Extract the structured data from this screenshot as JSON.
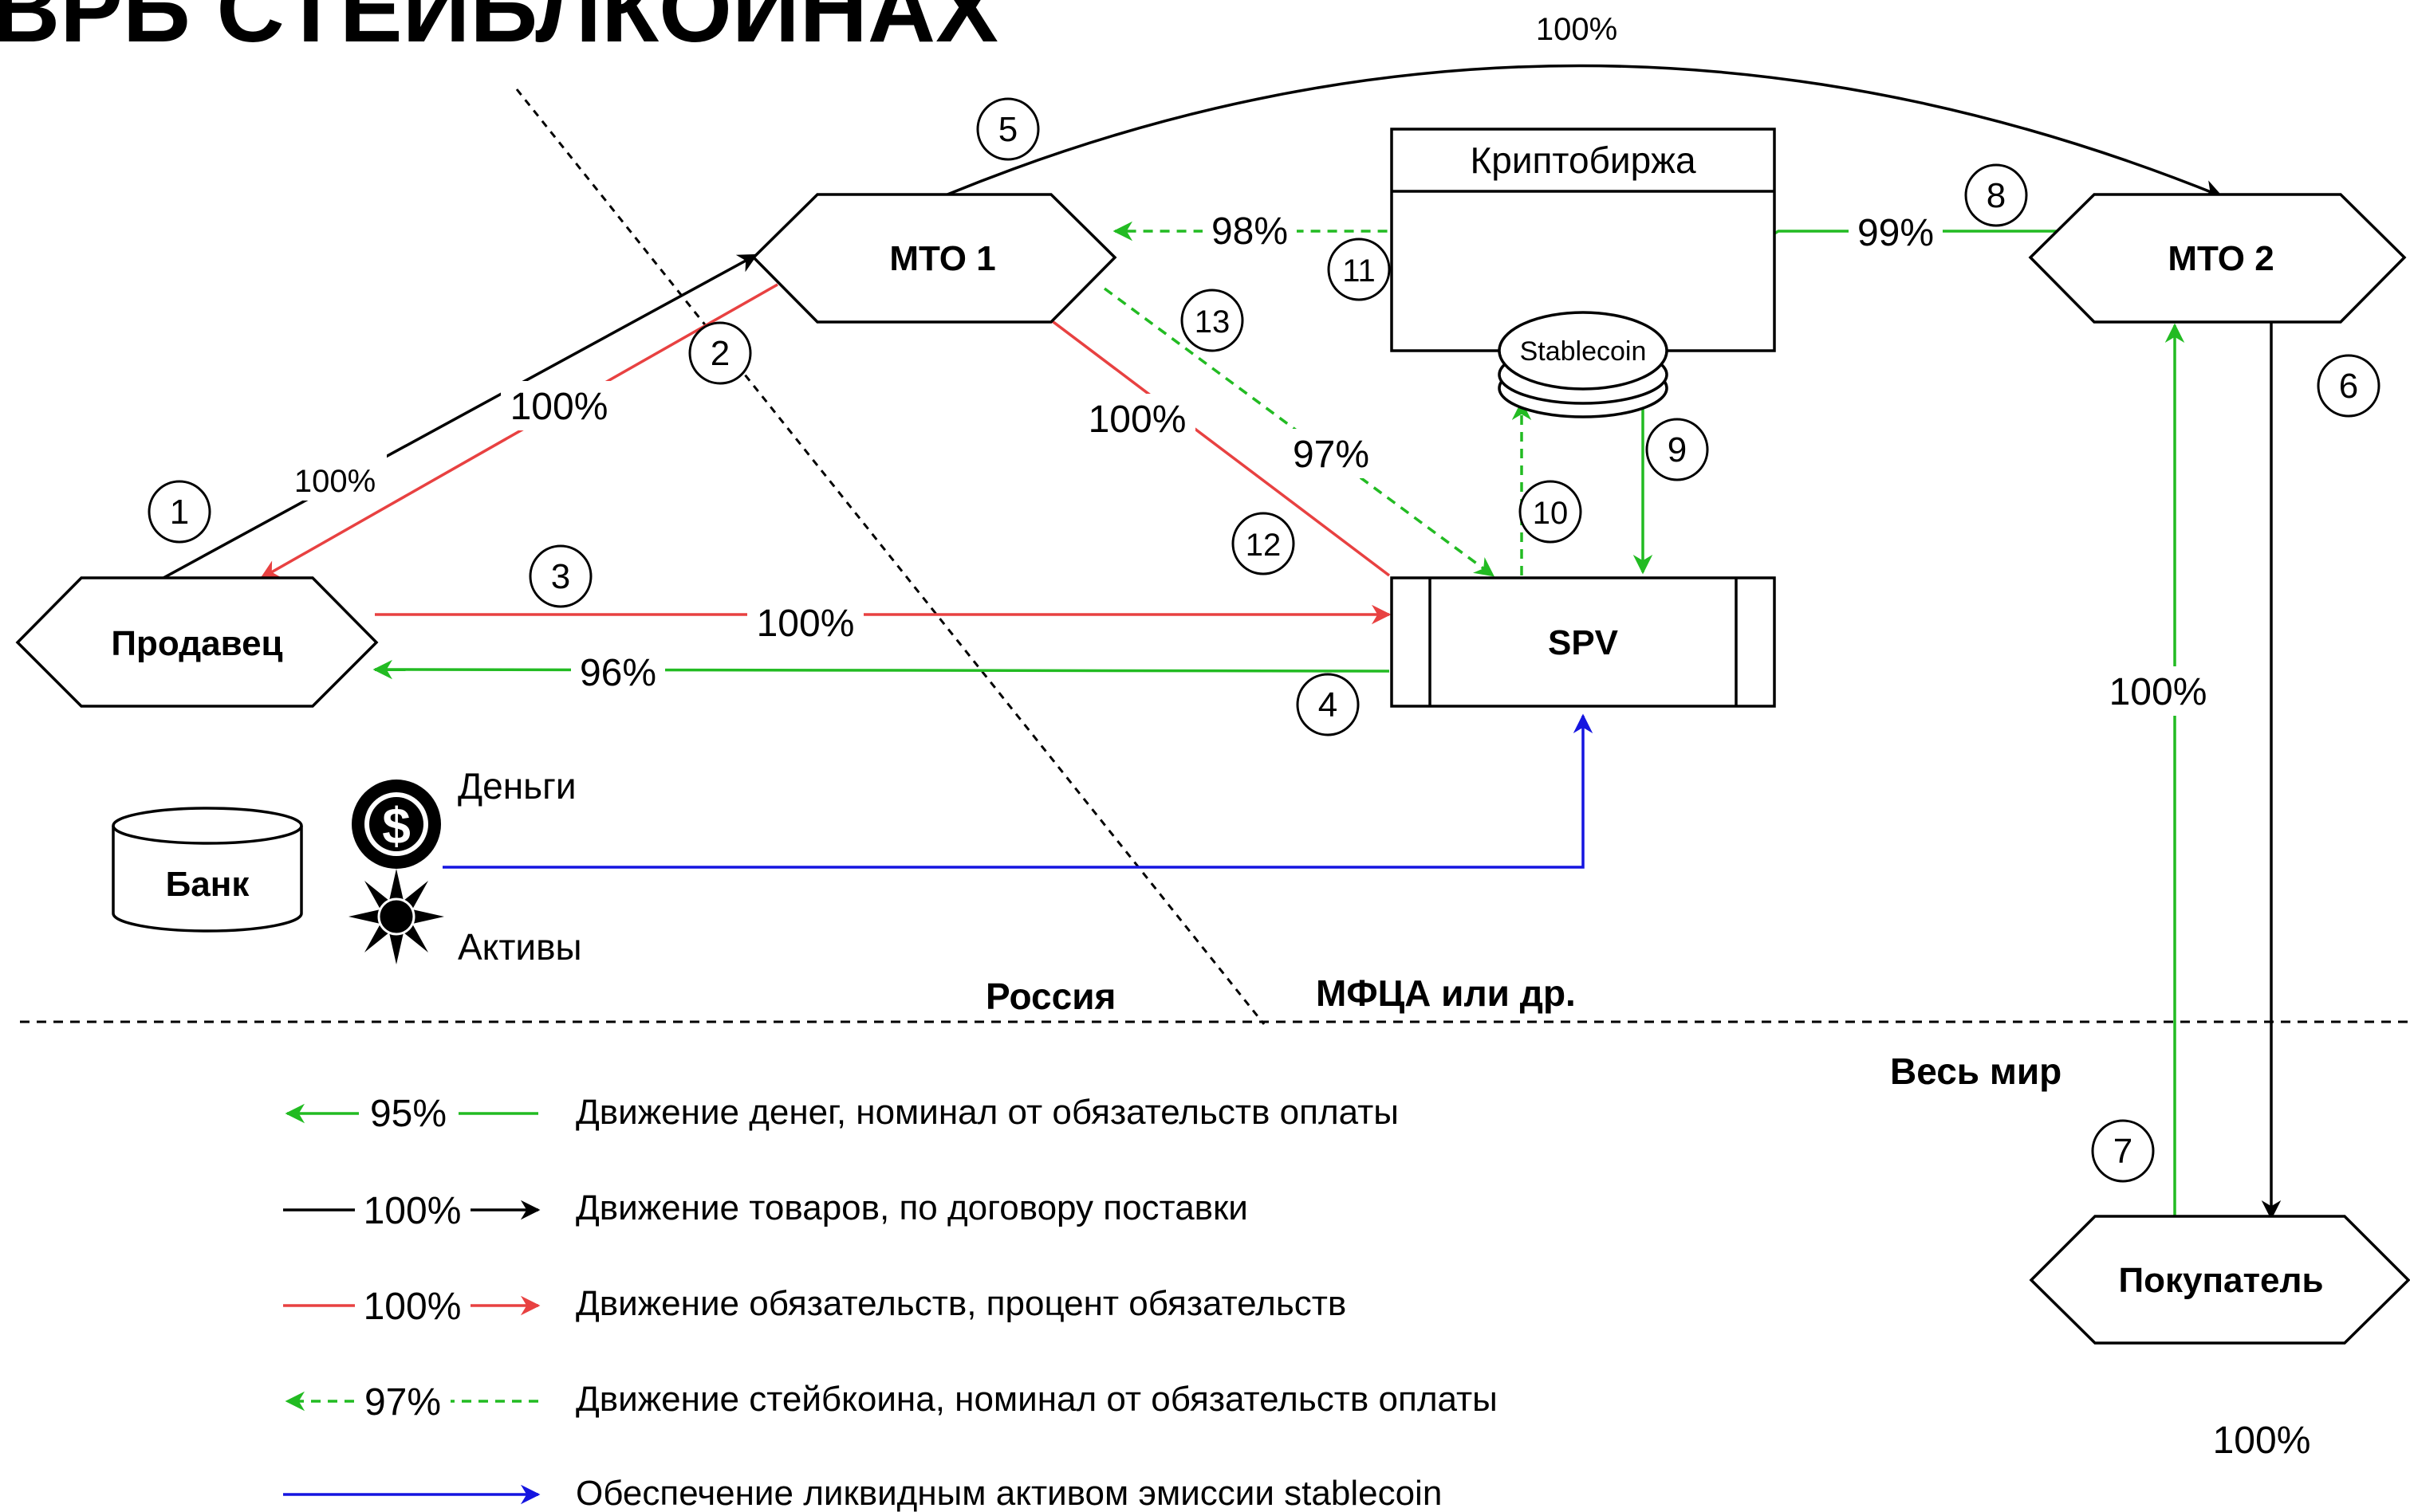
{
  "title": "ВРБ СТЕЙБЛКОИНАХ",
  "nodes": {
    "seller": "Продавец",
    "mto1": "МТО 1",
    "mto2": "МТО 2",
    "exchange": "Криптобиржа",
    "stablecoin": "Stablecoin",
    "spv": "SPV",
    "buyer": "Покупатель",
    "bank": "Банк",
    "money": "Деньги",
    "assets": "Активы"
  },
  "regions": {
    "russia": "Россия",
    "ifc": "МФЦА или др.",
    "world": "Весь мир"
  },
  "edges": [
    {
      "step": "1",
      "pct": "100%"
    },
    {
      "step": "2",
      "pct": "100%"
    },
    {
      "step": "3",
      "pct": "100%"
    },
    {
      "step": "4",
      "pct": "96%"
    },
    {
      "step": "5",
      "pct": "100%"
    },
    {
      "step": "6",
      "pct": ""
    },
    {
      "step": "7",
      "pct": "100%"
    },
    {
      "step": "8",
      "pct": "99%"
    },
    {
      "step": "9",
      "pct": ""
    },
    {
      "step": "10",
      "pct": ""
    },
    {
      "step": "11",
      "pct": "98%"
    },
    {
      "step": "12",
      "pct": "100%"
    },
    {
      "step": "13",
      "pct": "97%"
    }
  ],
  "orphan_pct": "100%",
  "legend": [
    {
      "pct": "95%",
      "text": "Движение денег, номинал от обязательств оплаты",
      "color": "#22bb22"
    },
    {
      "pct": "100%",
      "text": "Движение товаров, по договору поставки",
      "color": "#000000"
    },
    {
      "pct": "100%",
      "text": "Движение обязательств, процент обязательств",
      "color": "#e84141"
    },
    {
      "pct": "97%",
      "text": "Движение стейбкоина, номинал от обязательств оплаты",
      "color": "#22bb22"
    },
    {
      "pct": "",
      "text": "Обеспечение ликвидным активом эмиссии stablecoin",
      "color": "#1515e0"
    }
  ],
  "colors": {
    "money": "#22bb22",
    "goods": "#000000",
    "obligations": "#e84141",
    "collateral": "#1515e0"
  }
}
